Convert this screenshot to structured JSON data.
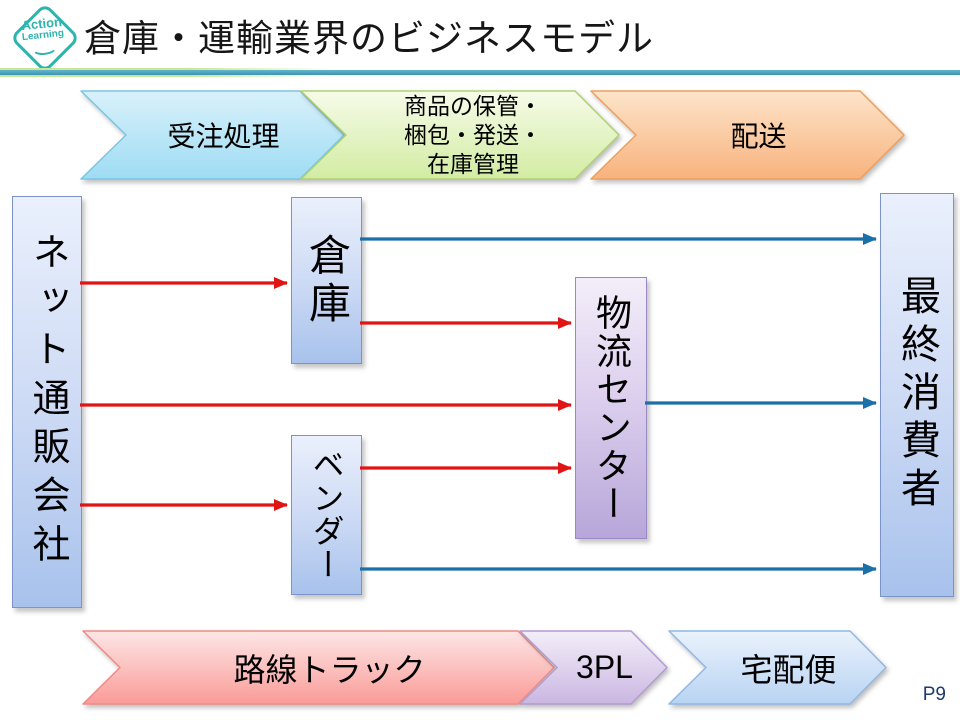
{
  "header": {
    "logo": {
      "line1": "Action",
      "line2": "Learning"
    },
    "title": "倉庫・運輸業界のビジネスモデル"
  },
  "process_flow": {
    "order": {
      "label": "受注処理"
    },
    "warehouse_ops": {
      "lines": [
        "商品の保管・",
        "梱包・発送・",
        "在庫管理"
      ]
    },
    "delivery": {
      "label": "配送"
    }
  },
  "nodes": {
    "net_shop": {
      "label": "ネット通販会社"
    },
    "warehouse": {
      "label": "倉庫"
    },
    "vendor": {
      "label": "ベンダー"
    },
    "logistics_center": {
      "label": "物流センター"
    },
    "consumer": {
      "label": "最終消費者"
    }
  },
  "transport_flow": {
    "line_truck": {
      "label": "路線トラック"
    },
    "third_party_logistics": {
      "label": "3PL"
    },
    "courier": {
      "label": "宅配便"
    }
  },
  "page_number": "P9",
  "colors": {
    "supply_arrow_red": "#e01414",
    "delivery_arrow_blue": "#1b70a8",
    "logo_teal": "#2db4ae",
    "divider_teal": "#3b92b5",
    "divider_green": "#c6e795",
    "page_number_blue": "#1d3a6e",
    "node_blue_gradient_bottom": "#a8c2ec",
    "node_purple_gradient_bottom": "#b7a6d9"
  }
}
